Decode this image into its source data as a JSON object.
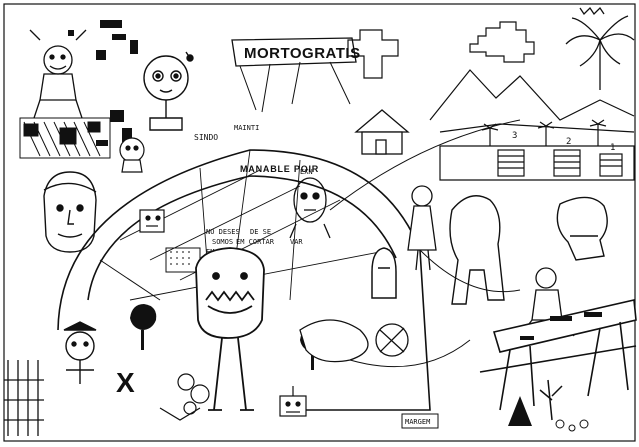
{
  "artwork": {
    "banner_text": "MORTOGRATIS",
    "sign_left": "SINDO",
    "sign_main": "MANABLE POIR",
    "sign_small": "MAINTI",
    "frame_tag": "EXN",
    "dome_words": [
      "NO DESES",
      "DE SE",
      "SOMOS",
      "EM CORTAR",
      "EM TRA",
      "VAR"
    ],
    "graffiti_letters": "X",
    "building_numbers": [
      "3",
      "2",
      "1"
    ],
    "tag_bottom": "MARGEM",
    "ink_color": "#111111",
    "paper_color": "#ffffff"
  }
}
